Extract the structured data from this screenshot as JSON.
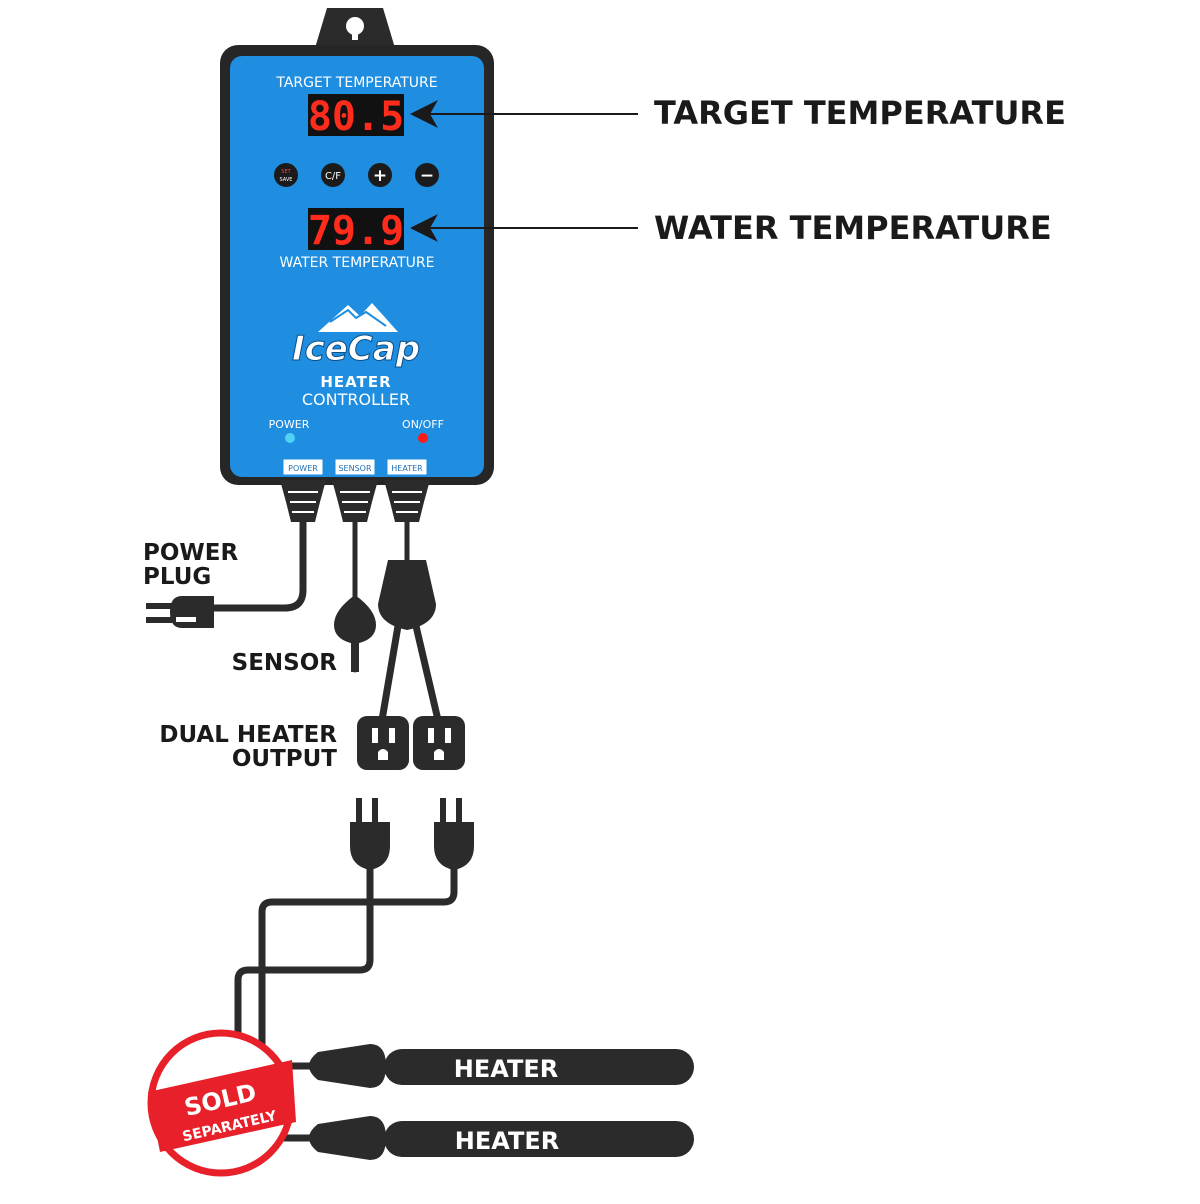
{
  "device": {
    "brand": "IceCap",
    "product_line1": "HEATER",
    "product_line2": "CONTROLLER",
    "target_label": "TARGET TEMPERATURE",
    "target_value": "80.5",
    "water_label": "WATER TEMPERATURE",
    "water_value": "79.9",
    "buttons": [
      "set-button",
      "C/F",
      "+",
      "−"
    ],
    "set_button_top": "SET",
    "set_button_bottom": "SAVE",
    "power_led_label": "POWER",
    "onoff_led_label": "ON/OFF",
    "ports": [
      "POWER",
      "SENSOR",
      "HEATER"
    ],
    "colors": {
      "panel": "#1f8ee0",
      "display_text": "#ff2b1c",
      "power_led": "#4fd2f5",
      "onoff_led": "#ff1a1a"
    }
  },
  "callouts": {
    "target": "TARGET TEMPERATURE",
    "water": "WATER TEMPERATURE",
    "power_plug_line1": "POWER",
    "power_plug_line2": "PLUG",
    "sensor": "SENSOR",
    "dual_line1": "DUAL HEATER",
    "dual_line2": "OUTPUT"
  },
  "heaters": [
    "HEATER",
    "HEATER"
  ],
  "badge": {
    "line1": "SOLD",
    "line2": "SEPARATELY",
    "color": "#e8202a"
  }
}
